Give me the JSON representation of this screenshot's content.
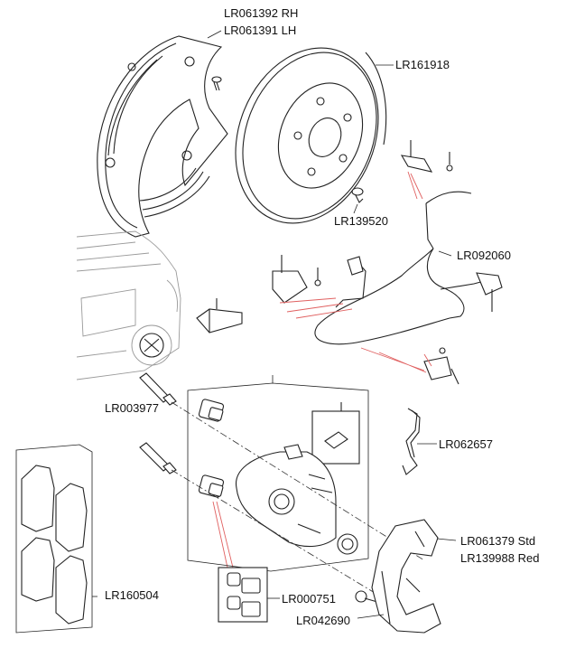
{
  "labels": {
    "shield_rh": "LR061392 RH",
    "shield_lh": "LR061391 LH",
    "disc": "LR161918",
    "disc_bolt": "LR139520",
    "sensor": "LR092060",
    "pin": "LR003977",
    "spring": "LR062657",
    "carrier_std": "LR061379 Std",
    "carrier_red": "LR139988 Red",
    "pads": "LR160504",
    "bush_kit": "LR000751",
    "carrier_bolt": "LR042690"
  },
  "colors": {
    "callout_line": "#e06060",
    "outline": "#222222",
    "vehicle": "#9a9a9a"
  }
}
